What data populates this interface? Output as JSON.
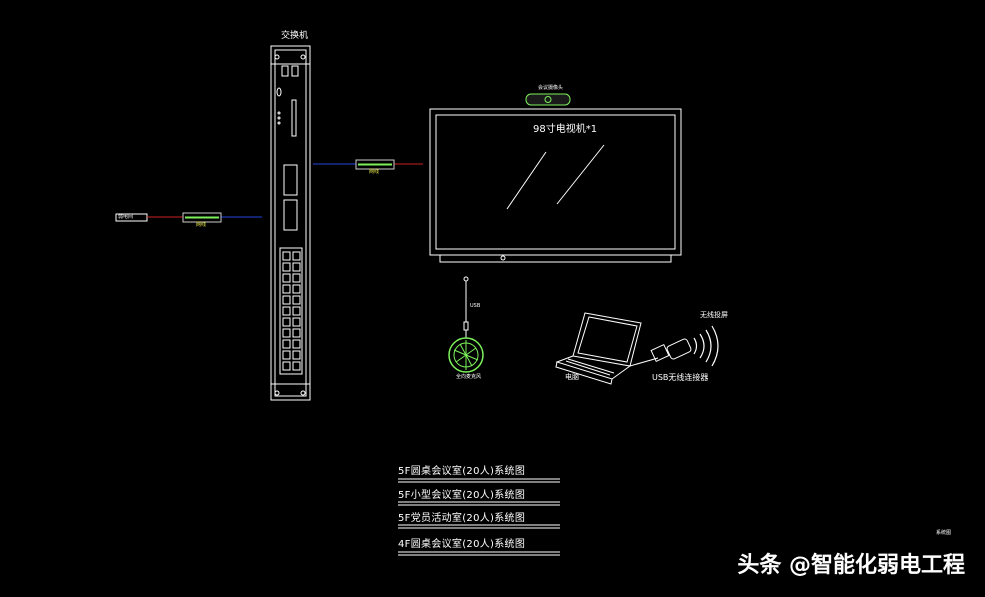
{
  "diagram": {
    "switch_label": "交换机",
    "tv_label": "98寸电视机*1",
    "camera_label": "会议摄像头",
    "laptop_label": "电脑",
    "usb_receiver_label": "USB无线连接器",
    "wireless_label": "无线投屏",
    "mic_label": "全向麦克风",
    "mic_cable_label": "USB",
    "left_box_label": "弱电间",
    "left_cable_label": "网线",
    "mid_cable_label": "网线",
    "corner_label": "系统图"
  },
  "legend": {
    "items": [
      "5F圆桌会议室(20人)系统图",
      "5F小型会议室(20人)系统图",
      "5F党员活动室(20人)系统图",
      "4F圆桌会议室(20人)系统图"
    ]
  },
  "watermark": "头条 @智能化弱电工程"
}
